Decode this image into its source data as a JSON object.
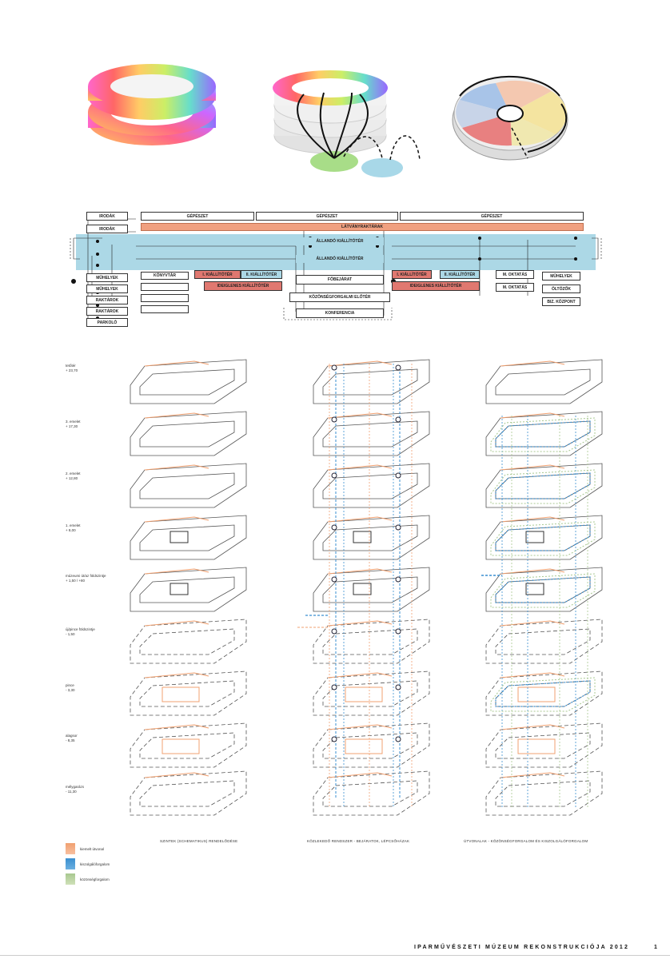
{
  "schema": {
    "left_column": [
      "IRODÁK",
      "IRODÁK",
      "MŰHELYEK",
      "MŰHELYEK",
      "RAKTÁROK",
      "RAKTÁROK",
      "PARKOLÓ"
    ],
    "top_bar": [
      "GÉPÉSZET",
      "GÉPÉSZET",
      "GÉPÉSZET"
    ],
    "lat_bar": "LÁTVÁNYRAKTÁRAK",
    "allando": [
      "ÁLLANDÓ KIÁLLÍTÓTÉR",
      "ÁLLANDÓ KIÁLLÍTÓTÉR"
    ],
    "konyvtar": "KÖNYVTÁR",
    "kiallitoter_left": [
      "I. KIÁLLÍTÓTÉR",
      "II. KIÁLLÍTÓTÉR"
    ],
    "ideiglenes_left": "IDEIGLENES KIÁLLÍTÓTÉR",
    "fobejarat": "FŐBEJÁRAT",
    "kozonseg": "KÖZÖNSÉGFORGALMI ELŐTÉR",
    "konferencia": "KONFERENCIA",
    "kiallitoter_right": [
      "I. KIÁLLÍTÓTÉR",
      "II. KIÁLLÍTÓTÉR"
    ],
    "ideiglenes_right": "IDEIGLENES KIÁLLÍTÓTÉR",
    "oktatas": [
      "M. OKTATÁS",
      "M. OKTATÁS"
    ],
    "right_column": [
      "MŰHELYEK",
      "ÖLTÖZŐK",
      "BIZ. KÖZPONT"
    ]
  },
  "levels": [
    {
      "name": "tetőtér",
      "elev": "+ 23,70"
    },
    {
      "name": "3. emelet",
      "elev": "+ 17,30"
    },
    {
      "name": "2. emelet",
      "elev": "+ 12,80"
    },
    {
      "name": "1. emelet",
      "elev": "+ 8,00"
    },
    {
      "name": "múzeumi út/az földszintje",
      "elev": "+ 1,50 / +80"
    },
    {
      "name": "új/pince földszintje",
      "elev": "- 1,50"
    },
    {
      "name": "pince",
      "elev": "- 3,30"
    },
    {
      "name": "alagsor",
      "elev": "- 8,35"
    },
    {
      "name": "mélygarázs",
      "elev": "- 11,30"
    }
  ],
  "captions": [
    "SZINTEK (SCHEMATIKUS) RENDELŐDÉSE",
    "KÖZLEKEDŐ RENDSZER - BEJÁRATOK, LÉPCSŐHÁZAK",
    "ÚTVONALAK - KÖZÖNSÉGFORGALOM ÉS KISZOLGÁLÓFORGALOM"
  ],
  "legend": [
    {
      "label": "kiemelt útvonal",
      "color": "#f0a070"
    },
    {
      "label": "kiszolgálóforgalom",
      "color": "#3a8fd0"
    },
    {
      "label": "közönségforgalom",
      "color": "#a8c890"
    }
  ],
  "footer": {
    "title": "IPARMŰVÉSZETI MÚZEUM REKONSTRUKCIÓJA 2012",
    "page": "1"
  },
  "colors": {
    "orange_bar": "#f0a080",
    "blue_band": "#acd8e6",
    "red_box": "#e07870",
    "route_blue": "#3a8fd0",
    "route_green": "#a8c890",
    "route_orange": "#f0a070"
  }
}
